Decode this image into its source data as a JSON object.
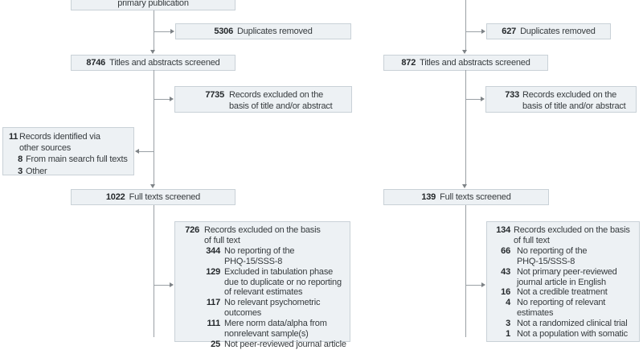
{
  "palette": {
    "box_fill": "#edf1f4",
    "box_border": "#c9d1d7",
    "text": "#363b3e",
    "number": "#24282b",
    "arrow": "#9aa0a5",
    "background": "#ffffff"
  },
  "left": {
    "top_box": {
      "visible_label": "primary publication"
    },
    "duplicates": {
      "value": "5306",
      "label": "Duplicates removed"
    },
    "titles_screened": {
      "value": "8746",
      "label": "Titles and abstracts screened"
    },
    "title_abstract_excluded": {
      "value": "7735",
      "lines": [
        "Records excluded on the",
        "basis of title and/or abstract"
      ]
    },
    "other_sources": {
      "value": "11",
      "lines": [
        "Records identified via",
        "other sources"
      ],
      "items": [
        {
          "value": "8",
          "lines": [
            "From main search full texts"
          ]
        },
        {
          "value": "3",
          "lines": [
            "Other"
          ]
        }
      ]
    },
    "full_texts_screened": {
      "value": "1022",
      "label": "Full texts screened"
    },
    "full_text_excluded": {
      "value": "726",
      "lines": [
        "Records excluded on the basis",
        "of full text"
      ],
      "items": [
        {
          "value": "344",
          "lines": [
            "No reporting of the",
            "PHQ-15/SSS-8"
          ]
        },
        {
          "value": "129",
          "lines": [
            "Excluded in tabulation phase",
            "due to duplicate or no reporting",
            "of relevant estimates"
          ]
        },
        {
          "value": "117",
          "lines": [
            "No relevant psychometric outcomes"
          ]
        },
        {
          "value": "111",
          "lines": [
            "Mere norm data/alpha from",
            "nonrelevant sample(s)"
          ]
        },
        {
          "value": "25",
          "lines": [
            "Not peer-reviewed journal article"
          ]
        }
      ]
    }
  },
  "right": {
    "duplicates": {
      "value": "627",
      "label": "Duplicates removed"
    },
    "titles_screened": {
      "value": "872",
      "label": "Titles and abstracts screened"
    },
    "title_abstract_excluded": {
      "value": "733",
      "lines": [
        "Records excluded on the",
        "basis of title and/or abstract"
      ]
    },
    "full_texts_screened": {
      "value": "139",
      "label": "Full texts screened"
    },
    "full_text_excluded": {
      "value": "134",
      "lines": [
        "Records excluded on the basis",
        "of full text"
      ],
      "items": [
        {
          "value": "66",
          "lines": [
            "No reporting of the",
            "PHQ-15/SSS-8"
          ]
        },
        {
          "value": "43",
          "lines": [
            "Not primary peer-reviewed",
            "journal article in English"
          ]
        },
        {
          "value": "16",
          "lines": [
            "Not a credible treatment"
          ]
        },
        {
          "value": "4",
          "lines": [
            "No reporting of relevant",
            "estimates"
          ]
        },
        {
          "value": "3",
          "lines": [
            "Not a randomized clinical trial"
          ]
        },
        {
          "value": "1",
          "lines": [
            "Not a population with somatic"
          ]
        }
      ]
    }
  }
}
